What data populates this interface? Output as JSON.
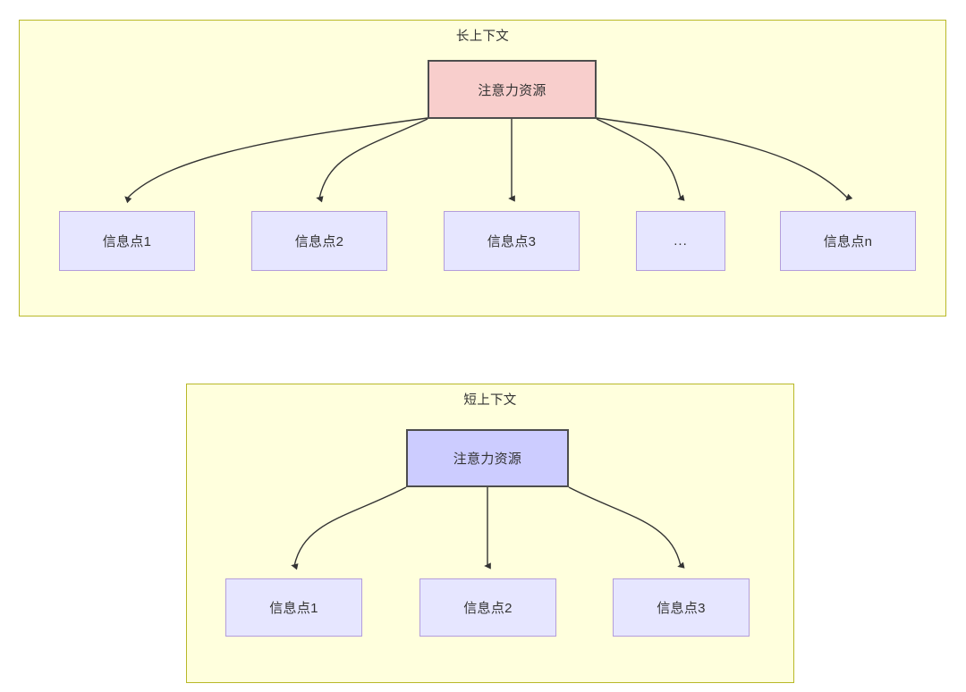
{
  "diagram": {
    "type": "node-link-diagram",
    "background": "#ffffff",
    "panel_fill": "#ffffdd",
    "panel_stroke": "#b8b828",
    "root_pink_fill": "#f8cecc",
    "root_blue_fill": "#ccccff",
    "root_stroke": "#4d4d4d",
    "leaf_fill": "#e6e6ff",
    "leaf_stroke": "#b39ddb",
    "edge_stroke": "#333333",
    "panels": [
      {
        "id": "long-context",
        "title": "长上下文",
        "root": {
          "label": "注意力资源",
          "fill": "#f8cecc"
        },
        "leaves": [
          {
            "label": "信息点1"
          },
          {
            "label": "信息点2"
          },
          {
            "label": "信息点3"
          },
          {
            "label": "..."
          },
          {
            "label": "信息点n"
          }
        ]
      },
      {
        "id": "short-context",
        "title": "短上下文",
        "root": {
          "label": "注意力资源",
          "fill": "#ccccff"
        },
        "leaves": [
          {
            "label": "信息点1"
          },
          {
            "label": "信息点2"
          },
          {
            "label": "信息点3"
          }
        ]
      }
    ]
  }
}
